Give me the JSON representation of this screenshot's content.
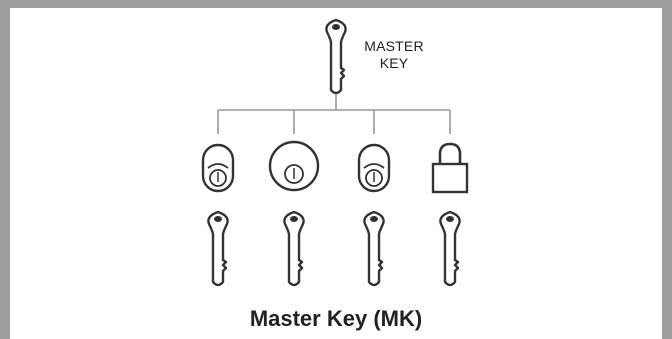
{
  "diagram": {
    "master_key_label_line1": "MASTER",
    "master_key_label_line2": "KEY",
    "caption": "Master Key (MK)",
    "locks": [
      {
        "kind": "cylinder-lever",
        "icon": "lever-lock-icon"
      },
      {
        "kind": "round-knob",
        "icon": "knob-lock-icon"
      },
      {
        "kind": "cylinder-lever",
        "icon": "lever-lock-icon"
      },
      {
        "kind": "padlock",
        "icon": "padlock-icon"
      }
    ],
    "colors": {
      "stroke": "#333333",
      "line": "#999999",
      "frame": "#9e9e9e"
    }
  }
}
